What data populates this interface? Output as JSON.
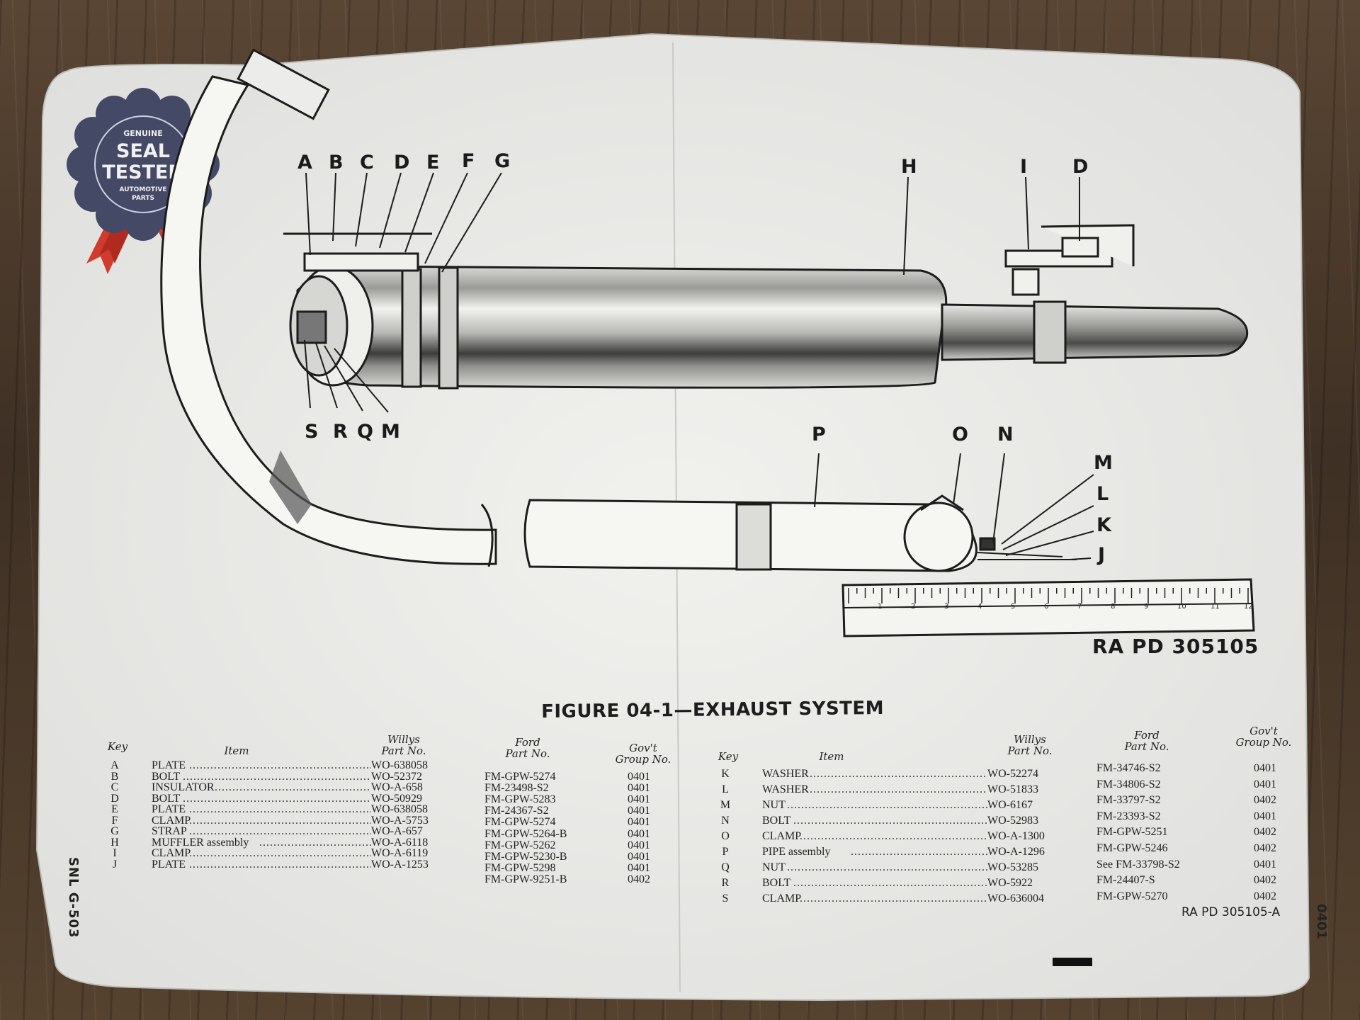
{
  "seal": {
    "top": "GENUINE",
    "line1": "SEAL",
    "line2": "TESTED",
    "bottom1": "AUTOMOTIVE",
    "bottom2": "PARTS"
  },
  "diagram_labels": {
    "A": "A",
    "B": "B",
    "C": "C",
    "D": "D",
    "E": "E",
    "F": "F",
    "G": "G",
    "H": "H",
    "I": "I",
    "D2": "D",
    "S": "S",
    "R": "R",
    "Q": "Q",
    "M": "M",
    "P": "P",
    "O": "O",
    "N": "N",
    "M2": "M",
    "L": "L",
    "K": "K",
    "J": "J"
  },
  "ruler": {
    "numbers": [
      "1",
      "2",
      "3",
      "4",
      "5",
      "6",
      "7",
      "8",
      "9",
      "10",
      "11",
      "12"
    ]
  },
  "ra_pd_top": "RA PD 305105",
  "figure_title": "FIGURE 04-1—EXHAUST SYSTEM",
  "table": {
    "headers": {
      "key": "Key",
      "item": "Item",
      "willys": "Willys\nPart No.",
      "ford": "Ford\nPart No.",
      "govt": "Gov't\nGroup No."
    },
    "left_rows": [
      {
        "key": "A",
        "item": "PLATE",
        "willys": "WO-638058",
        "ford": "FM-GPW-5274",
        "group": "0401"
      },
      {
        "key": "B",
        "item": "BOLT",
        "willys": "WO-52372",
        "ford": "FM-23498-S2",
        "group": "0401"
      },
      {
        "key": "C",
        "item": "INSULATOR",
        "willys": "WO-A-658",
        "ford": "FM-GPW-5283",
        "group": "0401"
      },
      {
        "key": "D",
        "item": "BOLT",
        "willys": "WO-50929",
        "ford": "FM-24367-S2",
        "group": "0401"
      },
      {
        "key": "E",
        "item": "PLATE",
        "willys": "WO-638058",
        "ford": "FM-GPW-5274",
        "group": "0401"
      },
      {
        "key": "F",
        "item": "CLAMP",
        "willys": "WO-A-5753",
        "ford": "FM-GPW-5264-B",
        "group": "0401"
      },
      {
        "key": "G",
        "item": "STRAP",
        "willys": "WO-A-657",
        "ford": "FM-GPW-5262",
        "group": "0401"
      },
      {
        "key": "H",
        "item": "MUFFLER assembly",
        "willys": "WO-A-6118",
        "ford": "FM-GPW-5230-B",
        "group": "0401"
      },
      {
        "key": "I",
        "item": "CLAMP",
        "willys": "WO-A-6119",
        "ford": "FM-GPW-5298",
        "group": "0401"
      },
      {
        "key": "J",
        "item": "PLATE",
        "willys": "WO-A-1253",
        "ford": "FM-GPW-9251-B",
        "group": "0402"
      }
    ],
    "right_rows": [
      {
        "key": "K",
        "item": "WASHER",
        "willys": "WO-52274",
        "ford": "FM-34746-S2",
        "group": "0401"
      },
      {
        "key": "L",
        "item": "WASHER",
        "willys": "WO-51833",
        "ford": "FM-34806-S2",
        "group": "0401"
      },
      {
        "key": "M",
        "item": "NUT",
        "willys": "WO-6167",
        "ford": "FM-33797-S2",
        "group": "0402"
      },
      {
        "key": "N",
        "item": "BOLT",
        "willys": "WO-52983",
        "ford": "FM-23393-S2",
        "group": "0401"
      },
      {
        "key": "O",
        "item": "CLAMP",
        "willys": "WO-A-1300",
        "ford": "FM-GPW-5251",
        "group": "0402"
      },
      {
        "key": "P",
        "item": "PIPE assembly",
        "willys": "WO-A-1296",
        "ford": "FM-GPW-5246",
        "group": "0402"
      },
      {
        "key": "Q",
        "item": "NUT",
        "willys": "WO-53285",
        "ford": "See FM-33798-S2",
        "group": "0401"
      },
      {
        "key": "R",
        "item": "BOLT",
        "willys": "WO-5922",
        "ford": "FM-24407-S",
        "group": "0402"
      },
      {
        "key": "S",
        "item": "CLAMP",
        "willys": "WO-636004",
        "ford": "FM-GPW-5270",
        "group": "0402"
      }
    ]
  },
  "side_left": "SNL G-503",
  "side_right": "0401",
  "ra_pd_bottom": "RA PD 305105-A"
}
